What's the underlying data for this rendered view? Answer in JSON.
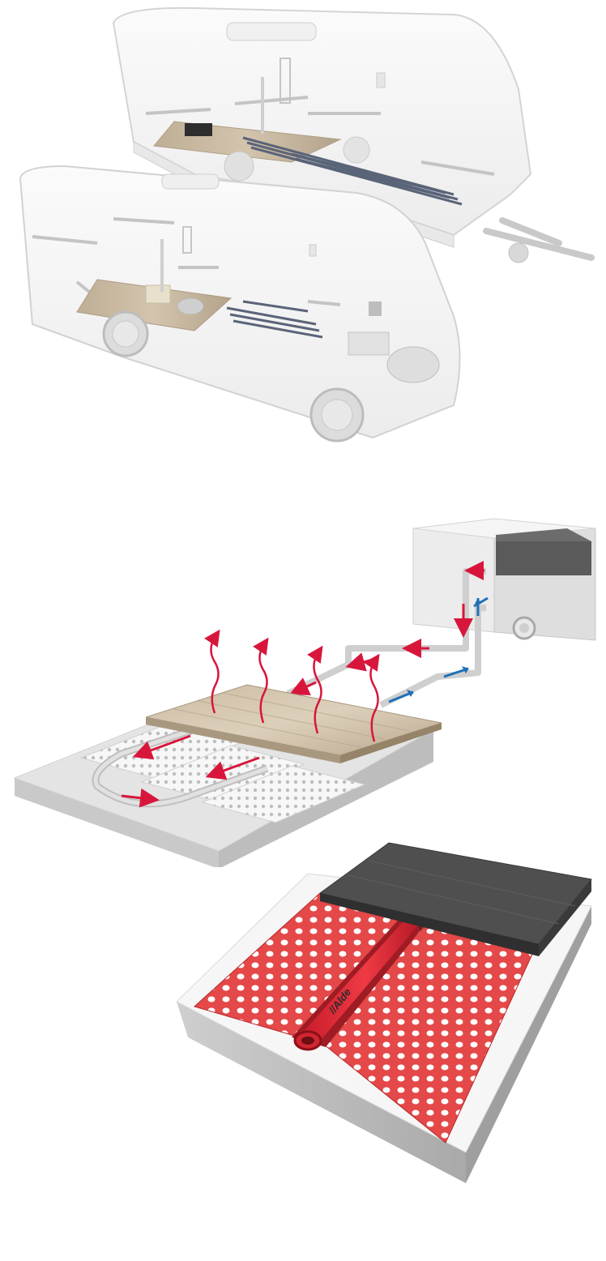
{
  "colors": {
    "hot": "#d8163c",
    "cold": "#1f6fb8",
    "shell": "#f4f4f4",
    "shell_edge": "#cfcfcf",
    "wood": "#c9b9a2",
    "wood_dark": "#a8977e",
    "base_top": "#e2e2e2",
    "base_side": "#bdbdbd",
    "plate": "#e44848",
    "plate_dark": "#b8262b",
    "floor_dark": "#4a4a4a",
    "boiler": "#e6e6e6",
    "boiler_top": "#555555"
  },
  "icons": {
    "heat_wave": "wavy-up-arrow",
    "flow_arrow": "arrow"
  },
  "pipe_logo": "//Alde"
}
